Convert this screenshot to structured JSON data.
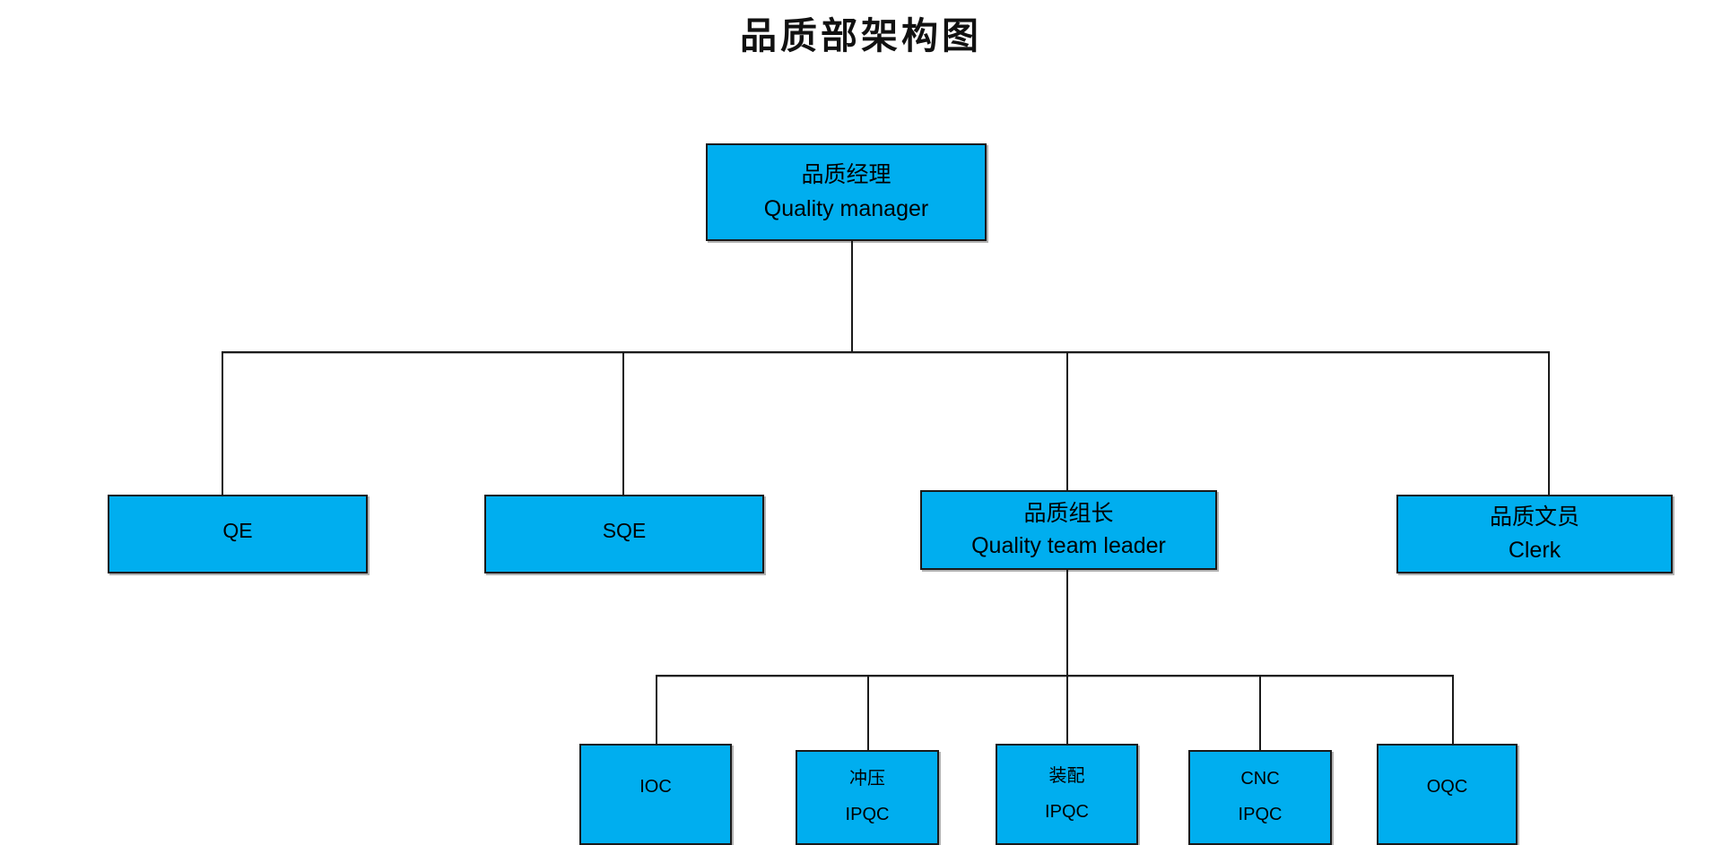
{
  "title": "品质部架构图",
  "theme": {
    "node_fill": "#00AEEF",
    "node_border": "#1a1a1a",
    "connector": "#1a1a1a",
    "background": "#ffffff",
    "text": "#000000"
  },
  "org": {
    "root": {
      "cn": "品质经理",
      "en": "Quality manager"
    },
    "level2": [
      {
        "cn": "QE",
        "en": ""
      },
      {
        "cn": "SQE",
        "en": ""
      },
      {
        "cn": "品质组长",
        "en": "Quality team leader"
      },
      {
        "cn": "品质文员",
        "en": "Clerk"
      }
    ],
    "level3": [
      {
        "cn": "IOC",
        "en": ""
      },
      {
        "cn": "冲压",
        "en": "IPQC"
      },
      {
        "cn": "装配",
        "en": "IPQC"
      },
      {
        "cn": "CNC",
        "en": "IPQC"
      },
      {
        "cn": "OQC",
        "en": ""
      }
    ]
  }
}
